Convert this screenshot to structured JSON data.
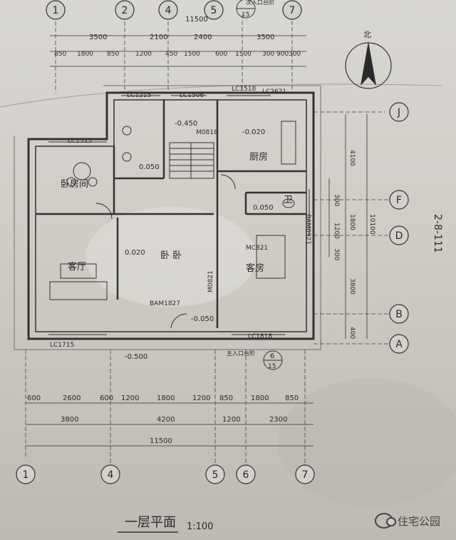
{
  "plan": {
    "title": "一层平面",
    "scale": "1:100",
    "north": "北",
    "grid_columns": [
      "1",
      "2",
      "4",
      "5",
      "6",
      "7"
    ],
    "grid_rows": [
      "J",
      "F",
      "D",
      "B",
      "A"
    ],
    "detail_ref": {
      "num": "6",
      "den": "15"
    },
    "top_total": "11500",
    "top_dims_row1": [
      "3500",
      "2100",
      "2400",
      "3500"
    ],
    "top_dims_row2": [
      "850",
      "1800",
      "850",
      "1200",
      "450",
      "1500",
      "600",
      "1500",
      "300",
      "900",
      "300"
    ],
    "bottom_dims_row1": [
      "600",
      "2600",
      "600",
      "1200",
      "1800",
      "1200",
      "850",
      "1800",
      "850"
    ],
    "bottom_dims_row2": [
      "3800",
      "4200",
      "1200",
      "2300"
    ],
    "bottom_total": "11500",
    "right_dims_inner": [
      "300",
      "1200",
      "300"
    ],
    "right_dims_outer": [
      "4100",
      "1800",
      "3800",
      "400"
    ],
    "right_total": "10100",
    "elevations": [
      "-0.450",
      "-0.020",
      "0.050",
      "-0.050",
      "0.020",
      "-0.500",
      "0.050"
    ],
    "windows": [
      "LC1215",
      "LC1506",
      "LC1518",
      "LC1515",
      "LC1715",
      "LC2621",
      "LC1818",
      "BAM0921",
      "BAM1827"
    ],
    "doors": [
      "M0818",
      "M0821",
      "MC821"
    ],
    "rooms": [
      "卧房间",
      "厨房",
      "客厅",
      "客房",
      "卧 卧",
      "卫"
    ],
    "entry_labels": [
      "次入口台阶",
      "主入口台阶"
    ],
    "handwriting": "2-8-111",
    "watermark": "住宅公园"
  }
}
